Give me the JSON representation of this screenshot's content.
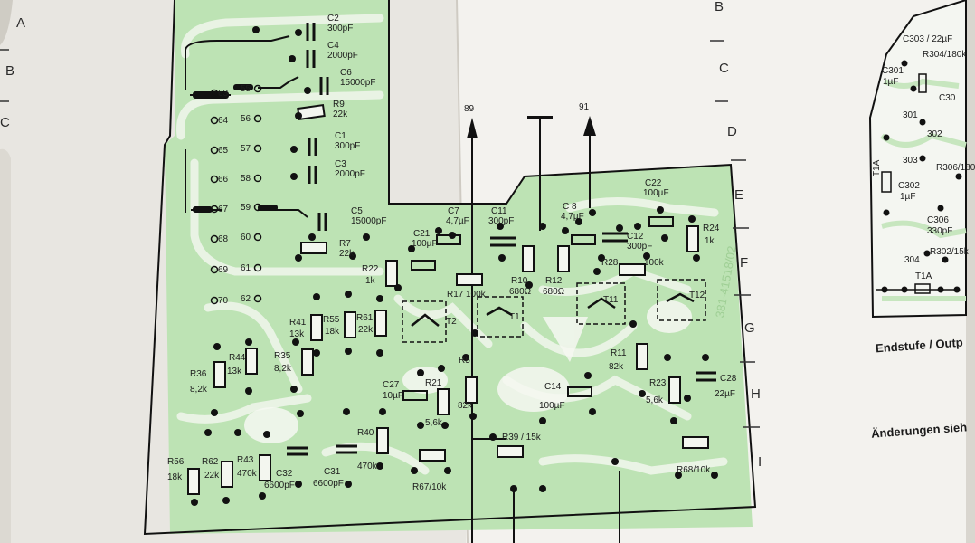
{
  "grid_rows": [
    "A",
    "B",
    "C",
    "B",
    "C",
    "D",
    "E",
    "F",
    "G",
    "H",
    "I"
  ],
  "arrows": [
    "89",
    "91"
  ],
  "components": {
    "c2": "C2",
    "c2v": "300pF",
    "c4": "C4",
    "c4v": "2000pF",
    "c6": "C6",
    "c6v": "15000pF",
    "r9": "R9",
    "r9v": "22k",
    "c1": "C1",
    "c1v": "300pF",
    "c3": "C3",
    "c3v": "2000pF",
    "c5": "C5",
    "c5v": "15000pF",
    "r7": "R7",
    "r7v": "22k",
    "c21": "C21",
    "c21v": "100µF",
    "c7": "C7",
    "c7v": "4,7µF",
    "c11": "C11",
    "c11v": "300pF",
    "c8": "C 8",
    "c8v": "4,7µF",
    "c22": "C22",
    "c22v": "100µF",
    "r24": "R24",
    "r24v": "1k",
    "c12": "C12",
    "c12v": "300pF",
    "r28": "R28",
    "r28v": "100k",
    "r22": "R22",
    "r22v": "1k",
    "r17": "R17",
    "r17v": "100k",
    "r10": "R10",
    "r10v": "680Ω",
    "r12": "R12",
    "r12v": "680Ω",
    "t1": "T1",
    "t2": "T2",
    "t11": "T11",
    "t12": "T12",
    "r41": "R41",
    "r41v": "13k",
    "r55": "R55",
    "r55v": "18k",
    "r61": "R61",
    "r61v": "22k",
    "r44": "R44",
    "r44v": "13k",
    "r35": "R35",
    "r35v": "8,2k",
    "r36": "R36",
    "r36v": "8,2k",
    "c27": "C27",
    "c27v": "10µF",
    "r21": "R21",
    "r21v": "5,6k",
    "r5": "R5",
    "r5v": "82k",
    "r11": "R11",
    "r11v": "82k",
    "c14": "C14",
    "c14v": "100µF",
    "r23": "R23",
    "r23v": "5,6k",
    "c28": "C28",
    "c28v": "22µF",
    "r39": "R39 / 15k",
    "r40": "R40",
    "r40v": "470k",
    "r56": "R56",
    "r56v": "18k",
    "r62": "R62",
    "r62v": "22k",
    "r43": "R43",
    "r43v": "470k",
    "c32": "C32",
    "c32v": "6600pF",
    "c31": "C31",
    "c31v": "6600pF",
    "r67": "R67/10k",
    "r68": "R68/10k",
    "pcb": "381-41518/02"
  },
  "pins_left": [
    "63",
    "64",
    "65",
    "66",
    "67",
    "68",
    "69",
    "70"
  ],
  "pins_right": [
    "55",
    "56",
    "57",
    "58",
    "59",
    "60",
    "61",
    "62"
  ],
  "right_panel": {
    "c303": "C303 / 22µF",
    "r304": "R304/180k",
    "c301": "C301",
    "c301v": "1µF",
    "p301": "301",
    "p302": "302",
    "p303": "303",
    "r306": "R306/180",
    "c302": "C302",
    "c302v": "1µF",
    "c306": "C306",
    "c306v": "330pF",
    "r302": "R302/15k",
    "p304": "304",
    "t1a": "T1A",
    "t1a2": "T1A",
    "c30": "C30"
  },
  "captions": {
    "endstufe": "Endstufe / Outp",
    "aenderungen": "Änderungen sieh"
  }
}
